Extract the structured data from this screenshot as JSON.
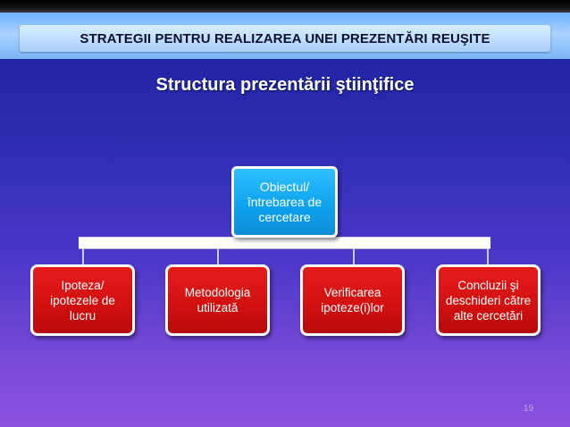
{
  "header": {
    "title": "STRATEGII PENTRU REALIZAREA UNEI PREZENTĂRI REUŞITE"
  },
  "slide": {
    "subtitle": "Structura prezentării ştiinţifice",
    "number": "19"
  },
  "diagram": {
    "root": {
      "label": "Obiectul/\nîntrebarea de\ncercetare"
    },
    "children": [
      {
        "label": "Ipoteza/\nipotezele de\nlucru"
      },
      {
        "label": "Metodologia\nutilizată"
      },
      {
        "label": "Verificarea\nipoteze(i)lor"
      },
      {
        "label": "Concluzii şi\ndeschideri către\nalte cercetări"
      }
    ]
  },
  "colors": {
    "root_fill": "#0fa3ee",
    "child_fill": "#d11010",
    "header_band": "#a9d2ff",
    "background_top": "#1a1f9a",
    "background_bottom": "#8c52e0"
  }
}
